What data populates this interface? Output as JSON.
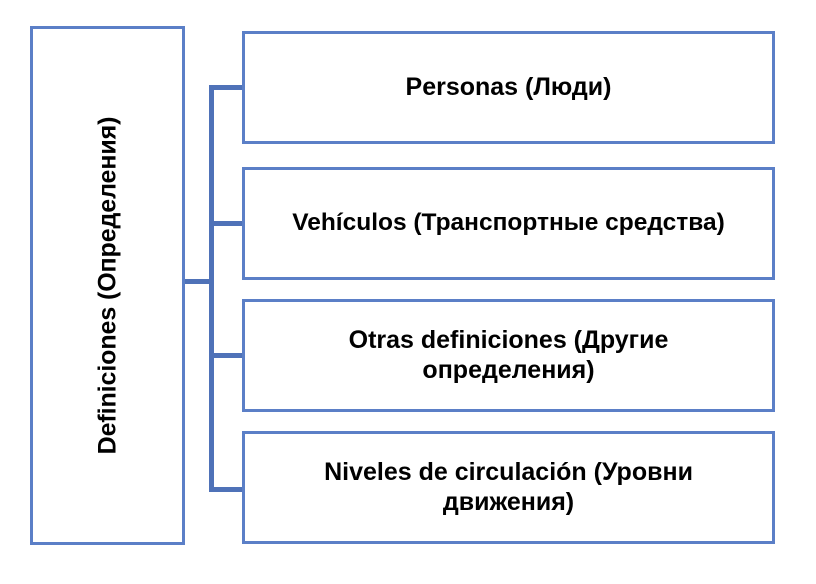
{
  "diagram": {
    "type": "tree-hierarchy",
    "orientation": "left-root-right-children",
    "root": {
      "label": "Definiciones (Определения)",
      "text_orientation": "vertical-bottom-to-top"
    },
    "children": [
      {
        "label": "Personas (Люди)"
      },
      {
        "label": "Vehículos (Транспортные средства)"
      },
      {
        "label": "Otras definiciones (Другие определения)"
      },
      {
        "label": "Niveles de circulación (Уровни движения)"
      }
    ],
    "colors": {
      "border": "#5B7FC7",
      "connector": "#4F72B8",
      "text": "#000000",
      "background": "#FFFFFF"
    }
  }
}
